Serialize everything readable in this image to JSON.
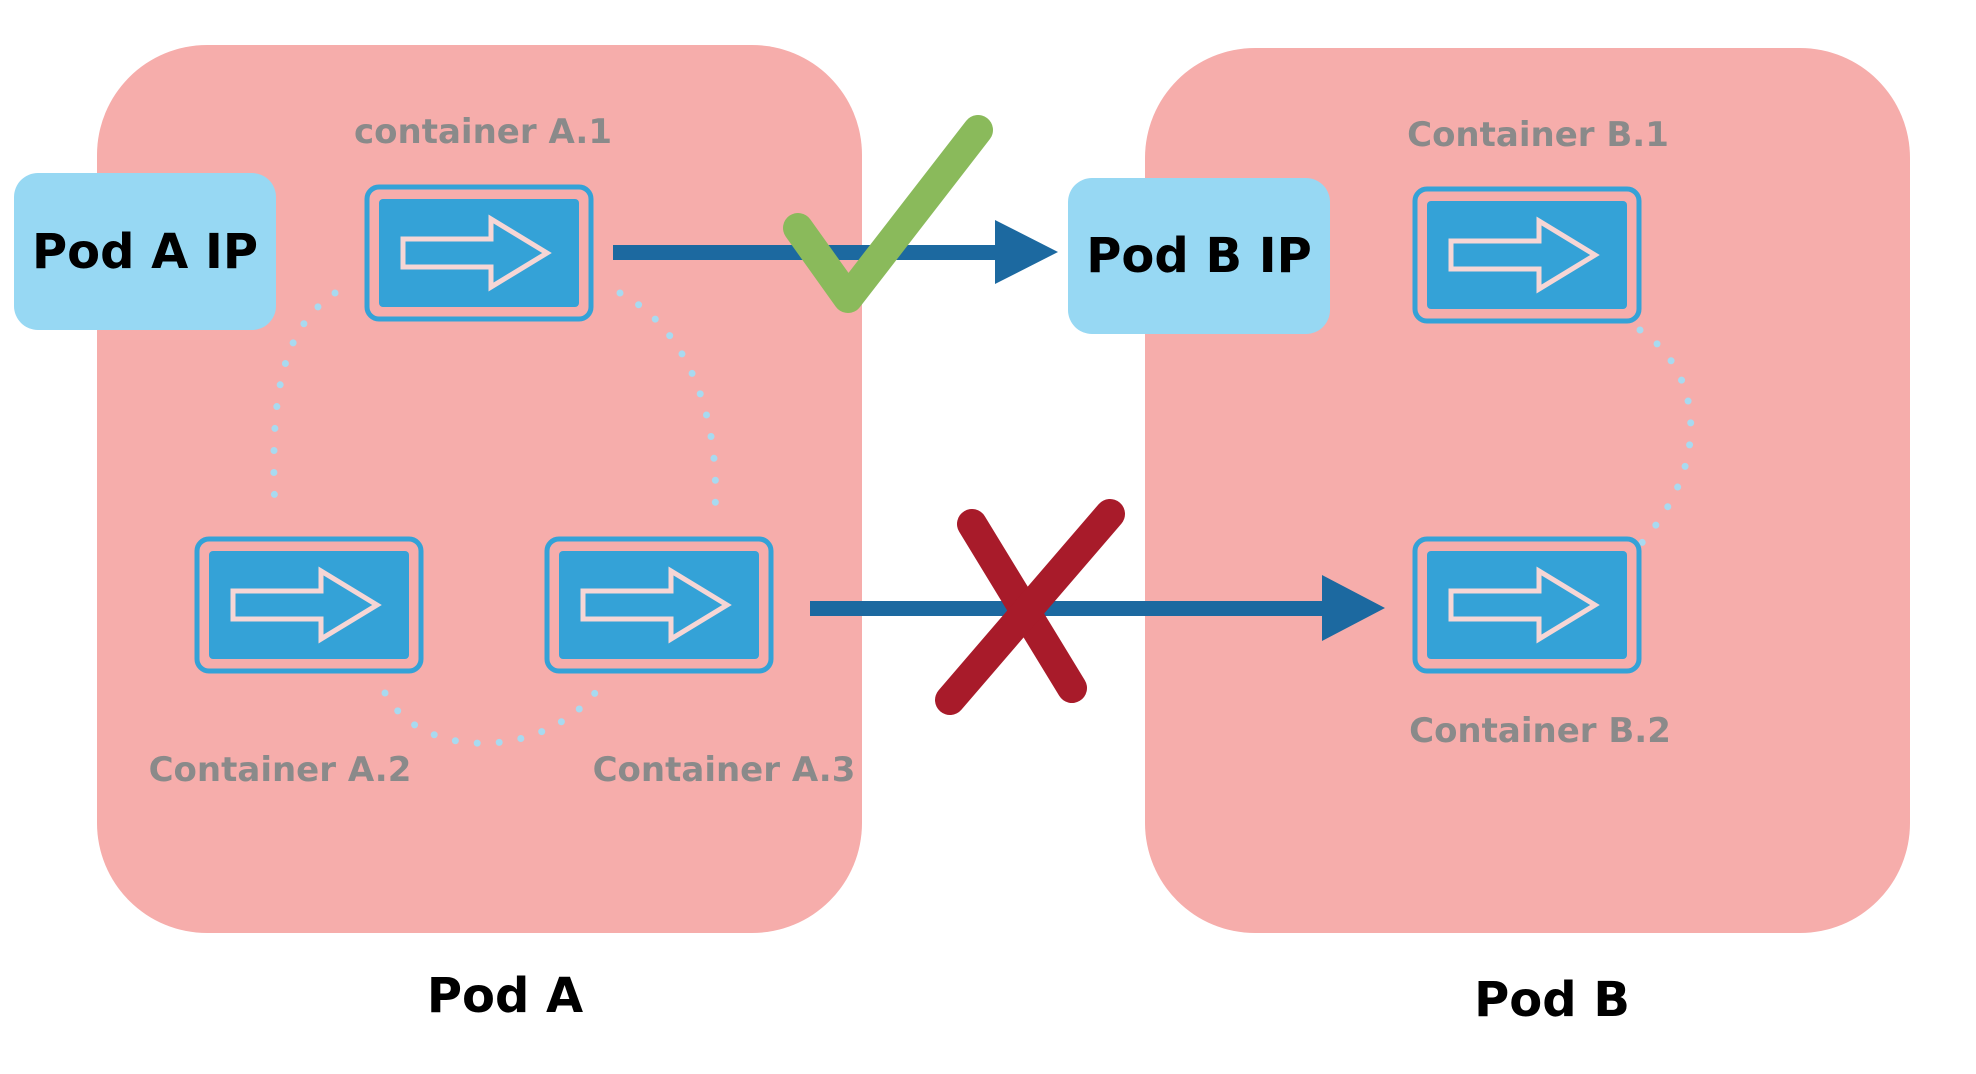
{
  "pods": [
    {
      "id": "pod-a",
      "label": "Pod A",
      "ip_label": "Pod A IP",
      "containers": [
        "container A.1",
        "Container A.2",
        "Container A.3"
      ]
    },
    {
      "id": "pod-b",
      "label": "Pod B",
      "ip_label": "Pod B IP",
      "containers": [
        "Container B.1",
        "Container B.2"
      ]
    }
  ],
  "colors": {
    "pod_fill": "#f6adab",
    "ip_box": "#97d8f3",
    "container_blue": "#34a2d7",
    "arrow_dark": "#1c69a0",
    "check_green": "#8aba5b",
    "cross_red": "#a81b2a",
    "dots": "#a8daf0",
    "label_gray": "#8a8a8a"
  },
  "connections": [
    {
      "from": "container A.1",
      "to": "Pod B IP",
      "status": "allowed",
      "icon": "checkmark-icon"
    },
    {
      "from": "Container A.3",
      "to": "Container B.2",
      "status": "blocked",
      "icon": "cross-icon"
    }
  ]
}
